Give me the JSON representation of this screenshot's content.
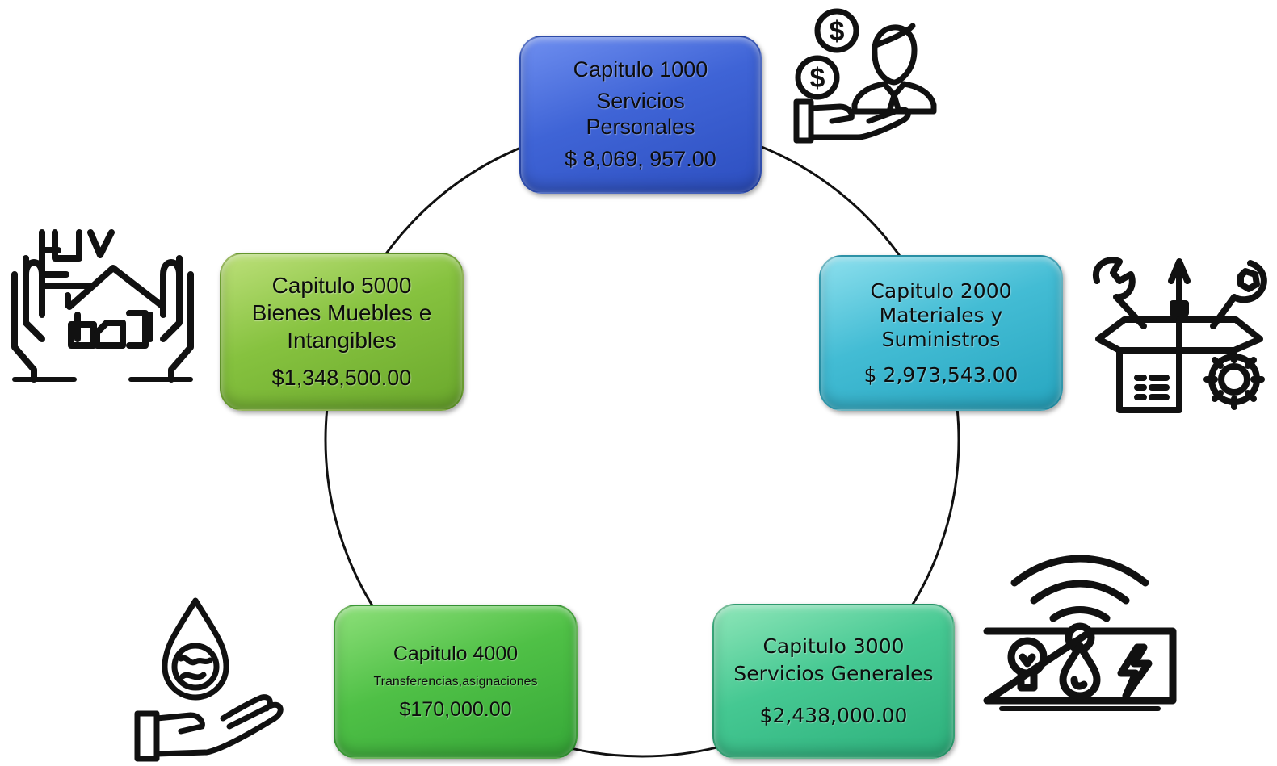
{
  "title_fragment": "",
  "nodes": [
    {
      "id": "cap1000",
      "title": "Capitulo 1000",
      "desc": "Servicios Personales",
      "desc_lines": [
        "Servicios",
        "Personales"
      ],
      "amount": "$ 8,069, 957.00",
      "color": "#3f64d6"
    },
    {
      "id": "cap2000",
      "title": "Capitulo  2000",
      "desc_lines": [
        "Materiales y",
        "Suministros"
      ],
      "amount": "$ 2,973,543.00",
      "color": "#43bcd4"
    },
    {
      "id": "cap3000",
      "title": "Capitulo 3000",
      "desc_lines": [
        "Servicios Generales"
      ],
      "amount": "$2,438,000.00",
      "color": "#45c892"
    },
    {
      "id": "cap4000",
      "title": "Capitulo 4000",
      "desc_lines": [
        "Transferencias,asignaciones"
      ],
      "amount": "$170,000.00",
      "color": "#4fc046"
    },
    {
      "id": "cap5000",
      "title": "Capitulo 5000",
      "desc_lines": [
        "Bienes Muebles e",
        "Intangibles"
      ],
      "amount": "$1,348,500.00",
      "color": "#86c23f"
    }
  ],
  "icons": [
    "employee-salary-icon",
    "tools-supplies-icon",
    "utilities-services-icon",
    "earth-drop-hand-icon",
    "house-property-hands-icon"
  ],
  "connector_color": "#111111"
}
